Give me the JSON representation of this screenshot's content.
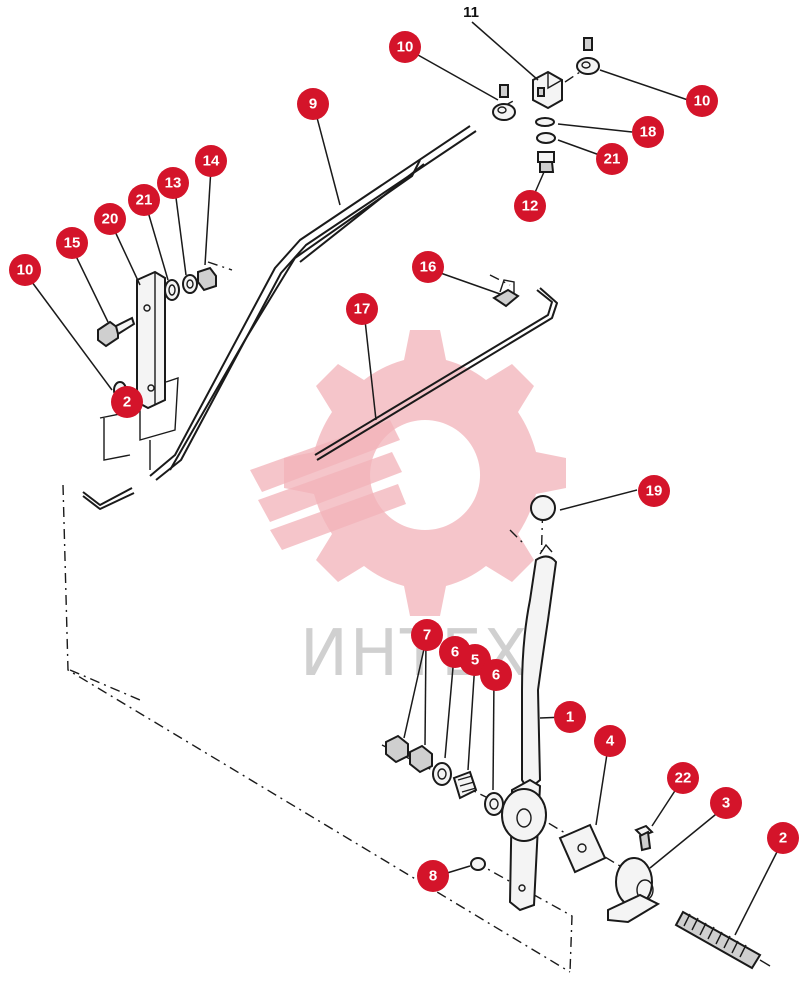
{
  "watermark": {
    "text": "ИНТЕХ",
    "color": "#f2b2b8"
  },
  "callout_color": "#d4142a",
  "plain_label": "11",
  "callouts": [
    "10",
    "10",
    "18",
    "21",
    "12",
    "9",
    "14",
    "13",
    "21",
    "20",
    "15",
    "10",
    "2",
    "16",
    "17",
    "19",
    "7",
    "6",
    "5",
    "6",
    "1",
    "4",
    "22",
    "3",
    "2",
    "8"
  ]
}
